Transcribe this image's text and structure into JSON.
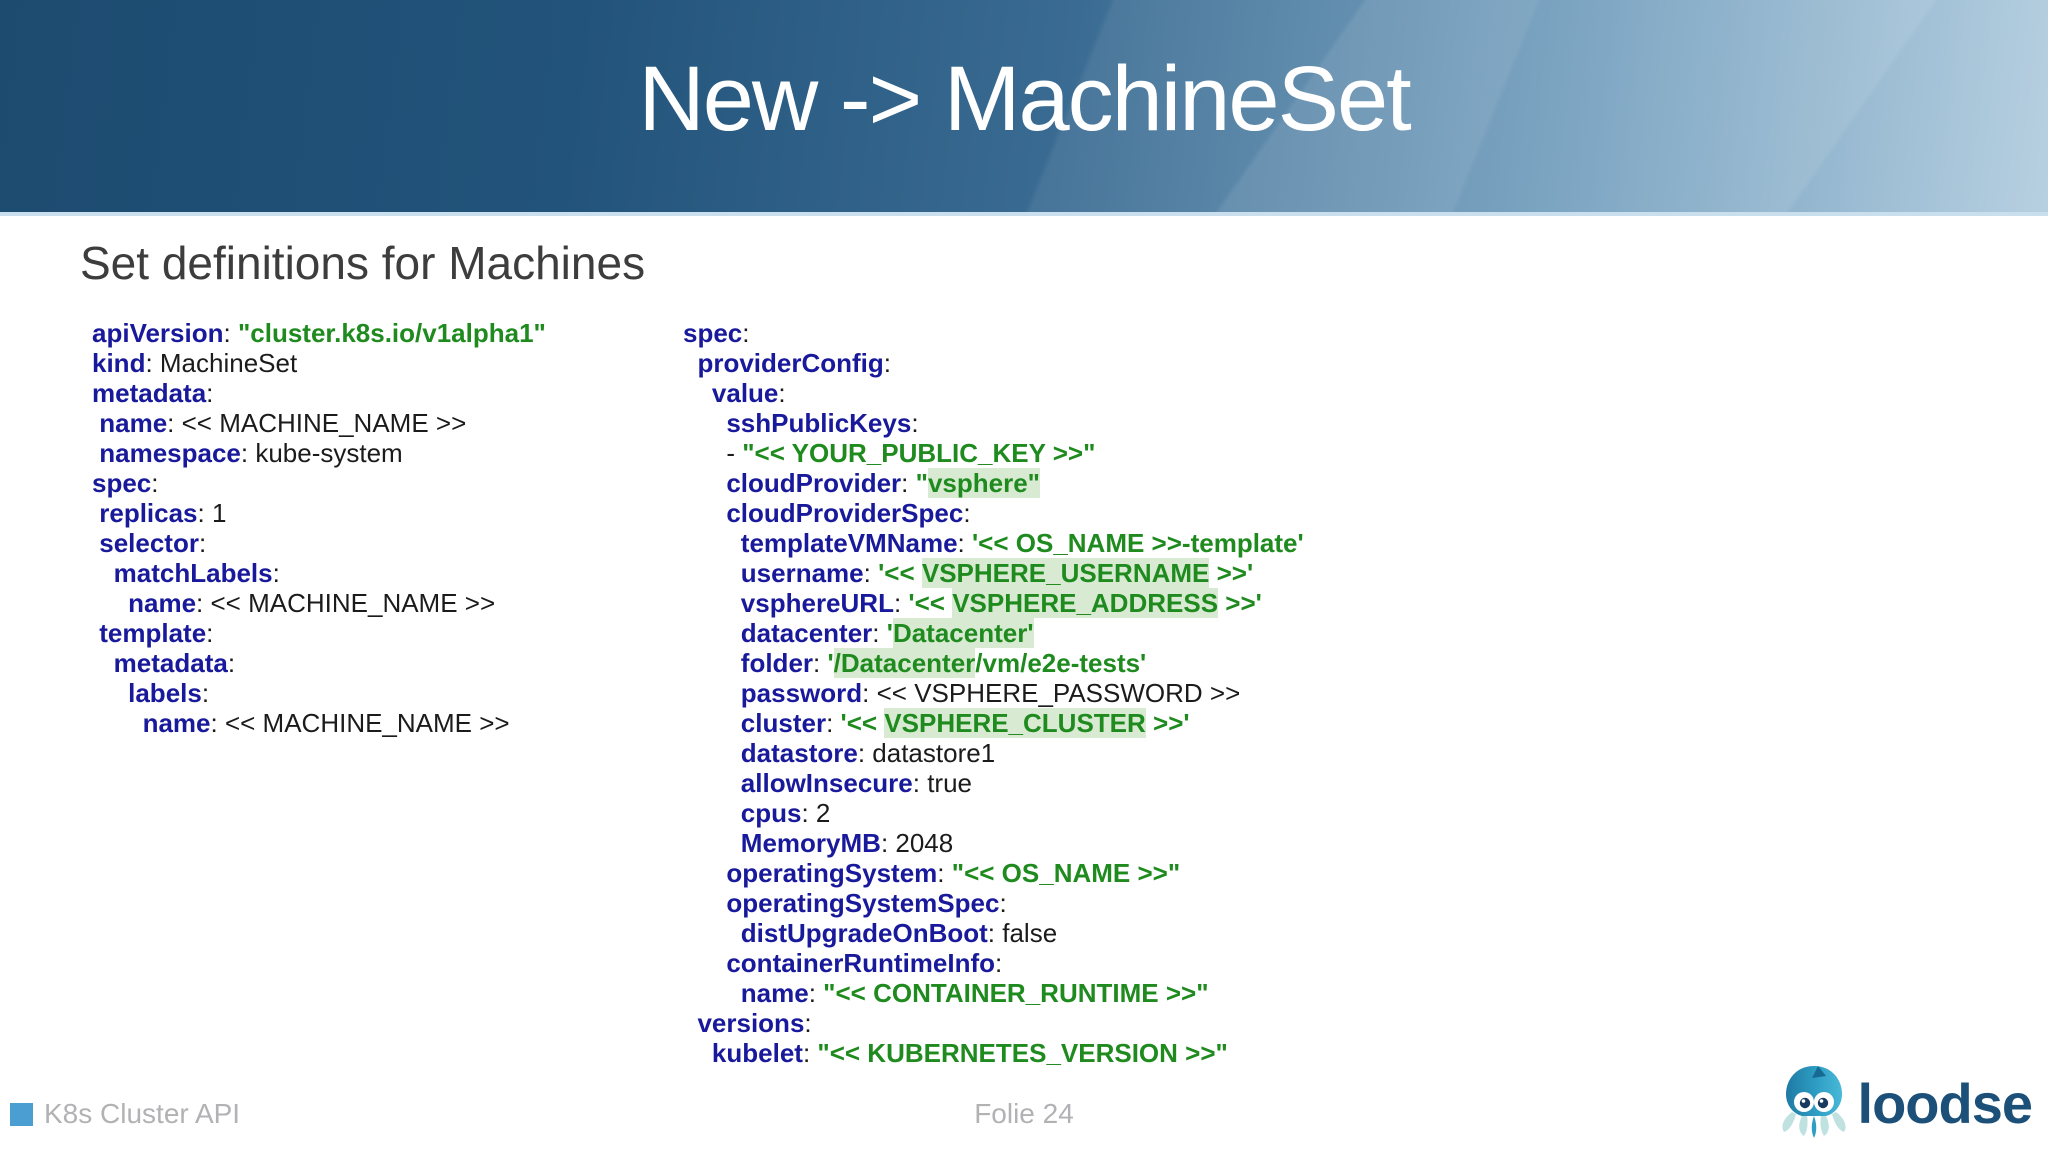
{
  "header": {
    "title": "New -> MachineSet"
  },
  "subtitle": "Set definitions for Machines",
  "code": {
    "left": [
      [
        [
          "k",
          "apiVersion"
        ],
        [
          "p",
          ": "
        ],
        [
          "s",
          "\"cluster.k8s.io/v1alpha1\""
        ]
      ],
      [
        [
          "k",
          "kind"
        ],
        [
          "p",
          ": MachineSet"
        ]
      ],
      [
        [
          "k",
          "metadata"
        ],
        [
          "p",
          ":"
        ]
      ],
      [
        [
          "p",
          " "
        ],
        [
          "k",
          "name"
        ],
        [
          "p",
          ": << MACHINE_NAME >>"
        ]
      ],
      [
        [
          "p",
          " "
        ],
        [
          "k",
          "namespace"
        ],
        [
          "p",
          ": kube-system"
        ]
      ],
      [
        [
          "k",
          "spec"
        ],
        [
          "p",
          ":"
        ]
      ],
      [
        [
          "p",
          " "
        ],
        [
          "k",
          "replicas"
        ],
        [
          "p",
          ": 1"
        ]
      ],
      [
        [
          "p",
          " "
        ],
        [
          "k",
          "selector"
        ],
        [
          "p",
          ":"
        ]
      ],
      [
        [
          "p",
          "   "
        ],
        [
          "k",
          "matchLabels"
        ],
        [
          "p",
          ":"
        ]
      ],
      [
        [
          "p",
          "     "
        ],
        [
          "k",
          "name"
        ],
        [
          "p",
          ": << MACHINE_NAME >>"
        ]
      ],
      [
        [
          "p",
          " "
        ],
        [
          "k",
          "template"
        ],
        [
          "p",
          ":"
        ]
      ],
      [
        [
          "p",
          "   "
        ],
        [
          "k",
          "metadata"
        ],
        [
          "p",
          ":"
        ]
      ],
      [
        [
          "p",
          "     "
        ],
        [
          "k",
          "labels"
        ],
        [
          "p",
          ":"
        ]
      ],
      [
        [
          "p",
          "       "
        ],
        [
          "k",
          "name"
        ],
        [
          "p",
          ": << MACHINE_NAME >>"
        ]
      ]
    ],
    "right": [
      [
        [
          "k",
          "spec"
        ],
        [
          "p",
          ":"
        ]
      ],
      [
        [
          "p",
          "  "
        ],
        [
          "k",
          "providerConfig"
        ],
        [
          "p",
          ":"
        ]
      ],
      [
        [
          "p",
          "    "
        ],
        [
          "k",
          "value"
        ],
        [
          "p",
          ":"
        ]
      ],
      [
        [
          "p",
          "      "
        ],
        [
          "k",
          "sshPublicKeys"
        ],
        [
          "p",
          ":"
        ]
      ],
      [
        [
          "p",
          "      - "
        ],
        [
          "s",
          "\"<< YOUR_PUBLIC_KEY >>\""
        ]
      ],
      [
        [
          "p",
          "      "
        ],
        [
          "k",
          "cloudProvider"
        ],
        [
          "p",
          ": "
        ],
        [
          "s",
          "\""
        ],
        [
          "sh",
          "vsphere\""
        ]
      ],
      [
        [
          "p",
          "      "
        ],
        [
          "k",
          "cloudProviderSpec"
        ],
        [
          "p",
          ":"
        ]
      ],
      [
        [
          "p",
          "        "
        ],
        [
          "k",
          "templateVMName"
        ],
        [
          "p",
          ": "
        ],
        [
          "s",
          "'<< OS_NAME >>-template'"
        ]
      ],
      [
        [
          "p",
          "        "
        ],
        [
          "k",
          "username"
        ],
        [
          "p",
          ": "
        ],
        [
          "s",
          "'<< "
        ],
        [
          "sh",
          "VSPHERE_USERNAME"
        ],
        [
          "s",
          " >>'"
        ]
      ],
      [
        [
          "p",
          "        "
        ],
        [
          "k",
          "vsphereURL"
        ],
        [
          "p",
          ": "
        ],
        [
          "s",
          "'<< "
        ],
        [
          "sh",
          "VSPHERE_ADDRESS"
        ],
        [
          "s",
          " >>'"
        ]
      ],
      [
        [
          "p",
          "        "
        ],
        [
          "k",
          "datacenter"
        ],
        [
          "p",
          ": "
        ],
        [
          "s",
          "'"
        ],
        [
          "sh",
          "Datacenter'"
        ]
      ],
      [
        [
          "p",
          "        "
        ],
        [
          "k",
          "folder"
        ],
        [
          "p",
          ": "
        ],
        [
          "s",
          "'"
        ],
        [
          "sh",
          "/Datacenter"
        ],
        [
          "s",
          "/vm/e2e-tests'"
        ]
      ],
      [
        [
          "p",
          "        "
        ],
        [
          "k",
          "password"
        ],
        [
          "p",
          ": << VSPHERE_PASSWORD >>"
        ]
      ],
      [
        [
          "p",
          "        "
        ],
        [
          "k",
          "cluster"
        ],
        [
          "p",
          ": "
        ],
        [
          "s",
          "'<< "
        ],
        [
          "sh",
          "VSPHERE_CLUSTER"
        ],
        [
          "s",
          " >>'"
        ]
      ],
      [
        [
          "p",
          "        "
        ],
        [
          "k",
          "datastore"
        ],
        [
          "p",
          ": datastore1"
        ]
      ],
      [
        [
          "p",
          "        "
        ],
        [
          "k",
          "allowInsecure"
        ],
        [
          "p",
          ": true"
        ]
      ],
      [
        [
          "p",
          "        "
        ],
        [
          "k",
          "cpus"
        ],
        [
          "p",
          ": 2"
        ]
      ],
      [
        [
          "p",
          "        "
        ],
        [
          "k",
          "MemoryMB"
        ],
        [
          "p",
          ": 2048"
        ]
      ],
      [
        [
          "p",
          "      "
        ],
        [
          "k",
          "operatingSystem"
        ],
        [
          "p",
          ": "
        ],
        [
          "s",
          "\"<< OS_NAME >>\""
        ]
      ],
      [
        [
          "p",
          "      "
        ],
        [
          "k",
          "operatingSystemSpec"
        ],
        [
          "p",
          ":"
        ]
      ],
      [
        [
          "p",
          "        "
        ],
        [
          "k",
          "distUpgradeOnBoot"
        ],
        [
          "p",
          ": false"
        ]
      ],
      [
        [
          "p",
          "      "
        ],
        [
          "k",
          "containerRuntimeInfo"
        ],
        [
          "p",
          ":"
        ]
      ],
      [
        [
          "p",
          "        "
        ],
        [
          "k",
          "name"
        ],
        [
          "p",
          ": "
        ],
        [
          "s",
          "\"<< CONTAINER_RUNTIME >>\""
        ]
      ],
      [
        [
          "p",
          "  "
        ],
        [
          "k",
          "versions"
        ],
        [
          "p",
          ":"
        ]
      ],
      [
        [
          "p",
          "    "
        ],
        [
          "k",
          "kubelet"
        ],
        [
          "p",
          ": "
        ],
        [
          "s",
          "\"<< KUBERNETES_VERSION >>\""
        ]
      ]
    ]
  },
  "footer": {
    "left_label": "K8s Cluster API",
    "page_label": "Folie 24",
    "logo_text": "loodse",
    "logo_icon": "loodse-octopus-icon"
  },
  "colors": {
    "header_gradient_start": "#1d4b70",
    "header_gradient_end": "#b7d0e1",
    "yaml_key": "#19199b",
    "yaml_string": "#1f8b1f",
    "yaml_plain": "#1b1b1b",
    "highlight": "#d9ead3",
    "footer_square": "#4a9ed2",
    "footer_text": "#b2b2b5",
    "logo_text_color": "#1d5078"
  }
}
